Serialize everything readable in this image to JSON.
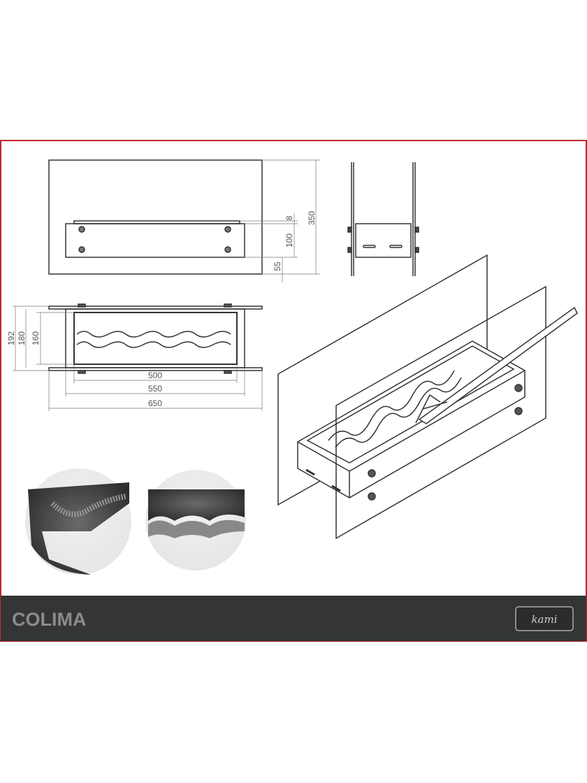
{
  "product": {
    "name": "COLIMA",
    "brand_logo": "kami"
  },
  "dimensions": {
    "height_total": "350",
    "top_gap": "8",
    "burner_height": "100",
    "bottom_offset": "55",
    "depth_outer": "192",
    "depth_mid": "180",
    "depth_inner": "160",
    "width_inner": "500",
    "width_burner": "550",
    "width_total": "650"
  },
  "colors": {
    "frame": "#c0282d",
    "banner": "#333635",
    "line": "#333333"
  }
}
